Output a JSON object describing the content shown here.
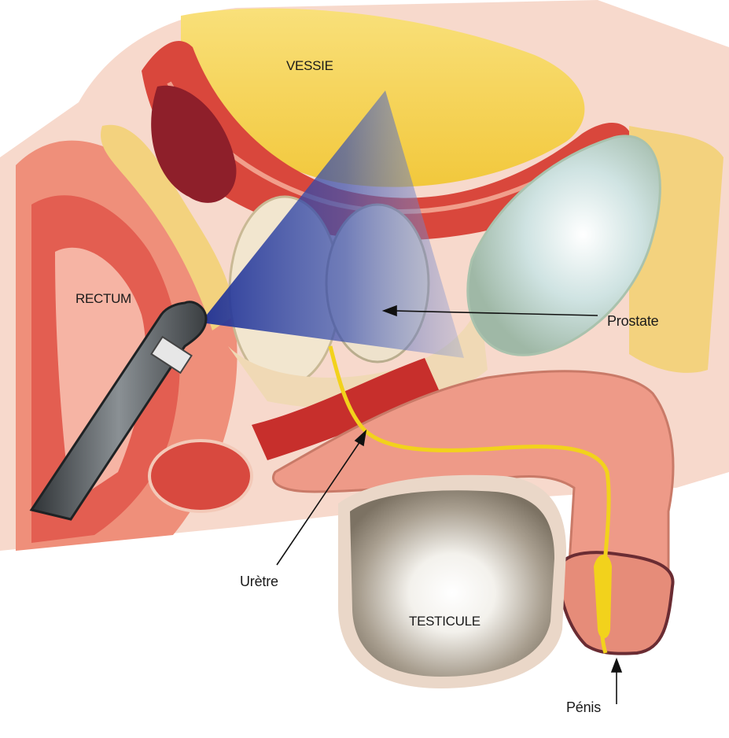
{
  "labels": {
    "vessie": "VESSIE",
    "rectum": "RECTUM",
    "prostate": "Prostate",
    "uretre": "Urètre",
    "testicule": "TESTICULE",
    "penis": "Pénis"
  },
  "colors": {
    "bladder": "#f5d64a",
    "tissue_pink": "#e88a78",
    "muscle_red": "#c8342e",
    "fat_yellow": "#f1cf79",
    "ultrasound_blue": "#2b3f9e",
    "probe_grey": "#5a5f63",
    "testicle_grey": "#8e8373",
    "urethra_yellow": "#f2d21c"
  }
}
